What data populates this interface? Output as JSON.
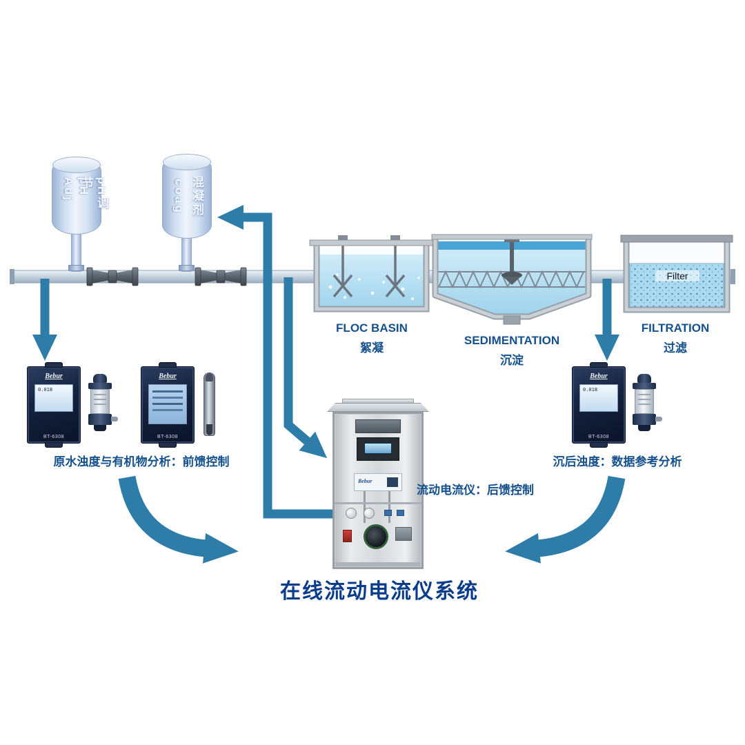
{
  "title": "在线流动电流仪系统",
  "tanks": {
    "ph": {
      "line1": "pH Adj",
      "line2": "pH调节"
    },
    "coag": {
      "line1": "coag",
      "line2": "混凝剂"
    }
  },
  "stages": {
    "floc": {
      "name_en": "FLOC BASIN",
      "name_zh": "絮凝"
    },
    "sedimentation": {
      "name_en": "SEDIMENTATION",
      "name_zh": "沉淀"
    },
    "filtration": {
      "name_en": "FILTRATION",
      "name_zh": "过滤",
      "media_label": "Filter"
    }
  },
  "instruments": {
    "brand": "Bebur",
    "model": "BT-6308",
    "reading": "0.018",
    "left_caption": "原水浊度与有机物分析：前馈控制",
    "center_caption": "流动电流仪：后馈控制",
    "right_caption": "沉后浊度：数据参考分析"
  },
  "colors": {
    "arrow_blue": "#2e7ca8",
    "label_blue": "#14508c",
    "title_blue": "#0a3c8c",
    "water_blue": "#9ed3ec",
    "panel_navy": "#14213d",
    "wall_gray": "#97a0a8"
  }
}
